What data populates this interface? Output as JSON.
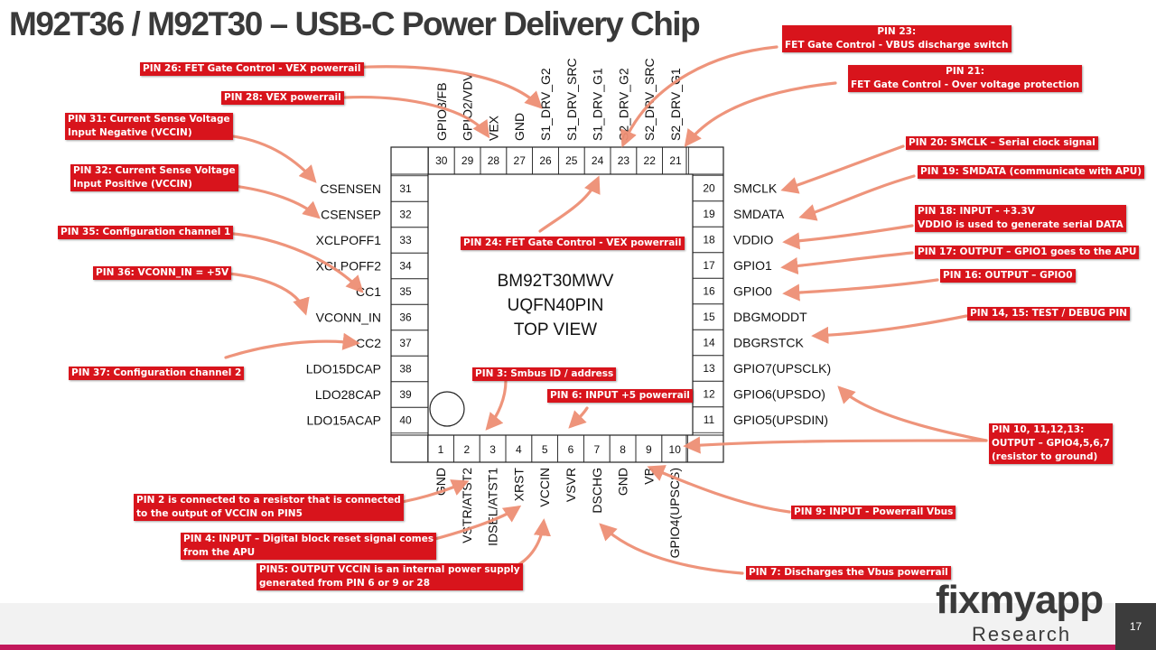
{
  "slide": {
    "title": "M92T36 / M92T30 – USB-C Power Delivery Chip",
    "slide_number": "17",
    "logo_main": "fixmyapp",
    "logo_sub": "Research"
  },
  "chip": {
    "center_text": [
      "BM92T30MWV",
      "UQFN40PIN",
      "TOP VIEW"
    ],
    "pins_bottom": [
      {
        "num": "1",
        "name": "GND"
      },
      {
        "num": "2",
        "name": "VSTR/ATST2"
      },
      {
        "num": "3",
        "name": "IDSEL/ATST1"
      },
      {
        "num": "4",
        "name": "XRST"
      },
      {
        "num": "5",
        "name": "VCCIN"
      },
      {
        "num": "6",
        "name": "VSVR"
      },
      {
        "num": "7",
        "name": "DSCHG"
      },
      {
        "num": "8",
        "name": "GND"
      },
      {
        "num": "9",
        "name": "VB"
      },
      {
        "num": "10",
        "name": "GPIO4(UPSCS)"
      }
    ],
    "pins_right": [
      {
        "num": "11",
        "name": "GPIO5(UPSDIN)"
      },
      {
        "num": "12",
        "name": "GPIO6(UPSDO)"
      },
      {
        "num": "13",
        "name": "GPIO7(UPSCLK)"
      },
      {
        "num": "14",
        "name": "DBGRSTCK"
      },
      {
        "num": "15",
        "name": "DBGMODDT"
      },
      {
        "num": "16",
        "name": "GPIO0"
      },
      {
        "num": "17",
        "name": "GPIO1"
      },
      {
        "num": "18",
        "name": "VDDIO"
      },
      {
        "num": "19",
        "name": "SMDATA"
      },
      {
        "num": "20",
        "name": "SMCLK"
      }
    ],
    "pins_top": [
      {
        "num": "21",
        "name": "S2_DRV_G1"
      },
      {
        "num": "22",
        "name": "S2_DRV_SRC"
      },
      {
        "num": "23",
        "name": "S2_DRV_G2"
      },
      {
        "num": "24",
        "name": "S1_DRV_G1"
      },
      {
        "num": "25",
        "name": "S1_DRV_SRC"
      },
      {
        "num": "26",
        "name": "S1_DRV_G2"
      },
      {
        "num": "27",
        "name": "GND"
      },
      {
        "num": "28",
        "name": "VEX"
      },
      {
        "num": "29",
        "name": "GPIO2/VDV"
      },
      {
        "num": "30",
        "name": "GPIO3/FB"
      }
    ],
    "pins_left": [
      {
        "num": "31",
        "name": "CSENSEN"
      },
      {
        "num": "32",
        "name": "CSENSEP"
      },
      {
        "num": "33",
        "name": "XCLPOFF1"
      },
      {
        "num": "34",
        "name": "XCLPOFF2"
      },
      {
        "num": "35",
        "name": "CC1"
      },
      {
        "num": "36",
        "name": "VCONN_IN"
      },
      {
        "num": "37",
        "name": "CC2"
      },
      {
        "num": "38",
        "name": "LDO15DCAP"
      },
      {
        "num": "39",
        "name": "LDO28CAP"
      },
      {
        "num": "40",
        "name": "LDO15ACAP"
      }
    ]
  },
  "annotations": {
    "pin26": [
      "PIN 26: FET Gate Control  - VEX powerrail"
    ],
    "pin28": [
      "PIN 28:  VEX powerrail"
    ],
    "pin31": [
      "PIN 31:  Current Sense Voltage",
      "Input Negative  (VCCIN)"
    ],
    "pin32": [
      "PIN 32:  Current Sense Voltage",
      "Input Positive  (VCCIN)"
    ],
    "pin35": [
      "PIN 35:  Configuration channel 1"
    ],
    "pin36": [
      "PIN 36: VCONN_IN = +5V"
    ],
    "pin37": [
      "PIN 37:  Configuration channel 2"
    ],
    "pin23": [
      "PIN 23:",
      "FET Gate Control  - VBUS discharge switch"
    ],
    "pin21": [
      "PIN 21:",
      "FET Gate Control  - Over voltage protection"
    ],
    "pin20": [
      "PIN 20: SMCLK – Serial clock signal"
    ],
    "pin19": [
      "PIN 19: SMDATA  (communicate with APU)"
    ],
    "pin18": [
      "PIN 18: INPUT - +3.3V",
      "VDDIO is used to  generate serial DATA"
    ],
    "pin17": [
      "PIN 17:  OUTPUT – GPIO1  goes to the APU"
    ],
    "pin16": [
      "PIN 16: OUTPUT – GPIO0"
    ],
    "pin14_15": [
      "PIN 14, 15:  TEST / DEBUG PIN"
    ],
    "pin10_13": [
      "PIN 10, 11,12,13:",
      "OUTPUT –  GPIO4,5,6,7",
      "(resistor to ground)"
    ],
    "pin24": [
      "PIN 24: FET Gate Control  - VEX powerrail"
    ],
    "pin3": [
      "PIN 3: Smbus ID / address"
    ],
    "pin6": [
      "PIN 6:  INPUT +5  powerrail"
    ],
    "pin2": [
      "PIN 2 is connected to a resistor that is connected",
      "to the output of VCCIN on PIN5"
    ],
    "pin4": [
      "PIN 4:  INPUT – Digital block reset signal comes",
      "from the APU"
    ],
    "pin5": [
      "PIN5:  OUTPUT VCCIN is an internal power supply",
      "generated from PIN 6 or 9 or 28"
    ],
    "pin9": [
      "PIN 9: INPUT - Powerrail Vbus"
    ],
    "pin7": [
      "PIN 7: Discharges the Vbus powerrail"
    ]
  },
  "colors": {
    "label_bg": "#d8141c",
    "arrow": "#ee8f74",
    "footer_accent": "#c2185b"
  }
}
